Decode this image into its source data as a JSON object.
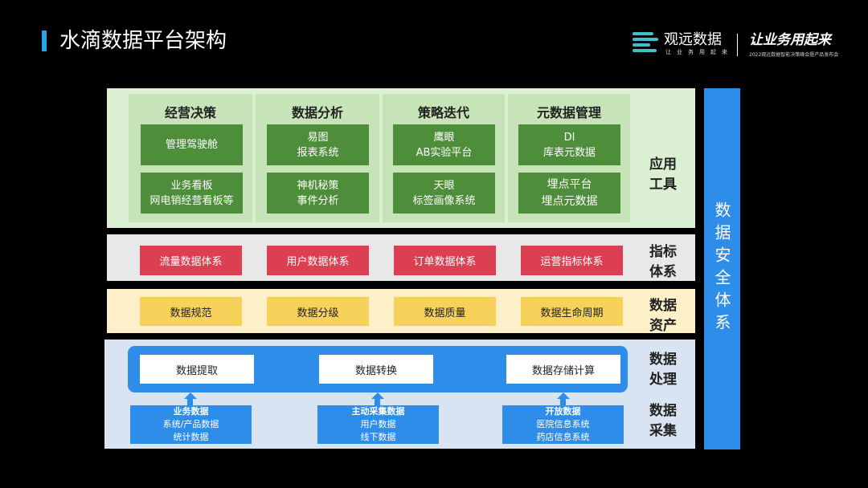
{
  "header": {
    "title": "水滴数据平台架构",
    "brand": "观远数据",
    "brand_sub": "让业务用起来",
    "slogan": "让业务用起来",
    "slogan_sub": "2022观远数据智能决策峰会暨产品发布会"
  },
  "security": {
    "label": "数据安全体系"
  },
  "app_layer": {
    "label_line1": "应用",
    "label_line2": "工具",
    "columns": [
      {
        "title": "经营决策",
        "boxes": [
          [
            "管理驾驶舱"
          ],
          [
            "业务看板",
            "网电销经营看板等"
          ]
        ]
      },
      {
        "title": "数据分析",
        "boxes": [
          [
            "易图",
            "报表系统"
          ],
          [
            "神机秘策",
            "事件分析"
          ]
        ]
      },
      {
        "title": "策略迭代",
        "boxes": [
          [
            "鹰眼",
            "AB实验平台"
          ],
          [
            "天眼",
            "标签画像系统"
          ]
        ]
      },
      {
        "title": "元数据管理",
        "boxes": [
          [
            "DI",
            "库表元数据"
          ],
          [
            "埋点平台",
            "埋点元数据"
          ]
        ]
      }
    ]
  },
  "indicator_layer": {
    "label_line1": "指标",
    "label_line2": "体系",
    "items": [
      "流量数据体系",
      "用户数据体系",
      "订单数据体系",
      "运营指标体系"
    ]
  },
  "asset_layer": {
    "label_line1": "数据",
    "label_line2": "资产",
    "items": [
      "数据规范",
      "数据分级",
      "数据质量",
      "数据生命周期"
    ]
  },
  "process_layer": {
    "label_line1": "数据",
    "label_line2": "处理",
    "items": [
      "数据提取",
      "数据转换",
      "数据存储计算"
    ]
  },
  "collect_layer": {
    "label_line1": "数据",
    "label_line2": "采集",
    "sources": [
      {
        "title": "业务数据",
        "lines": [
          "系统/产品数据",
          "统计数据"
        ]
      },
      {
        "title": "主动采集数据",
        "lines": [
          "用户数据",
          "线下数据"
        ]
      },
      {
        "title": "开放数据",
        "lines": [
          "医院信息系统",
          "药店信息系统"
        ]
      }
    ]
  },
  "colors": {
    "accent": "#2e8de8",
    "title_bar": "#2aa6e6",
    "app_box": "#4e8d3a",
    "indicator_box": "#dc3f51",
    "asset_box": "#f7d25a"
  }
}
